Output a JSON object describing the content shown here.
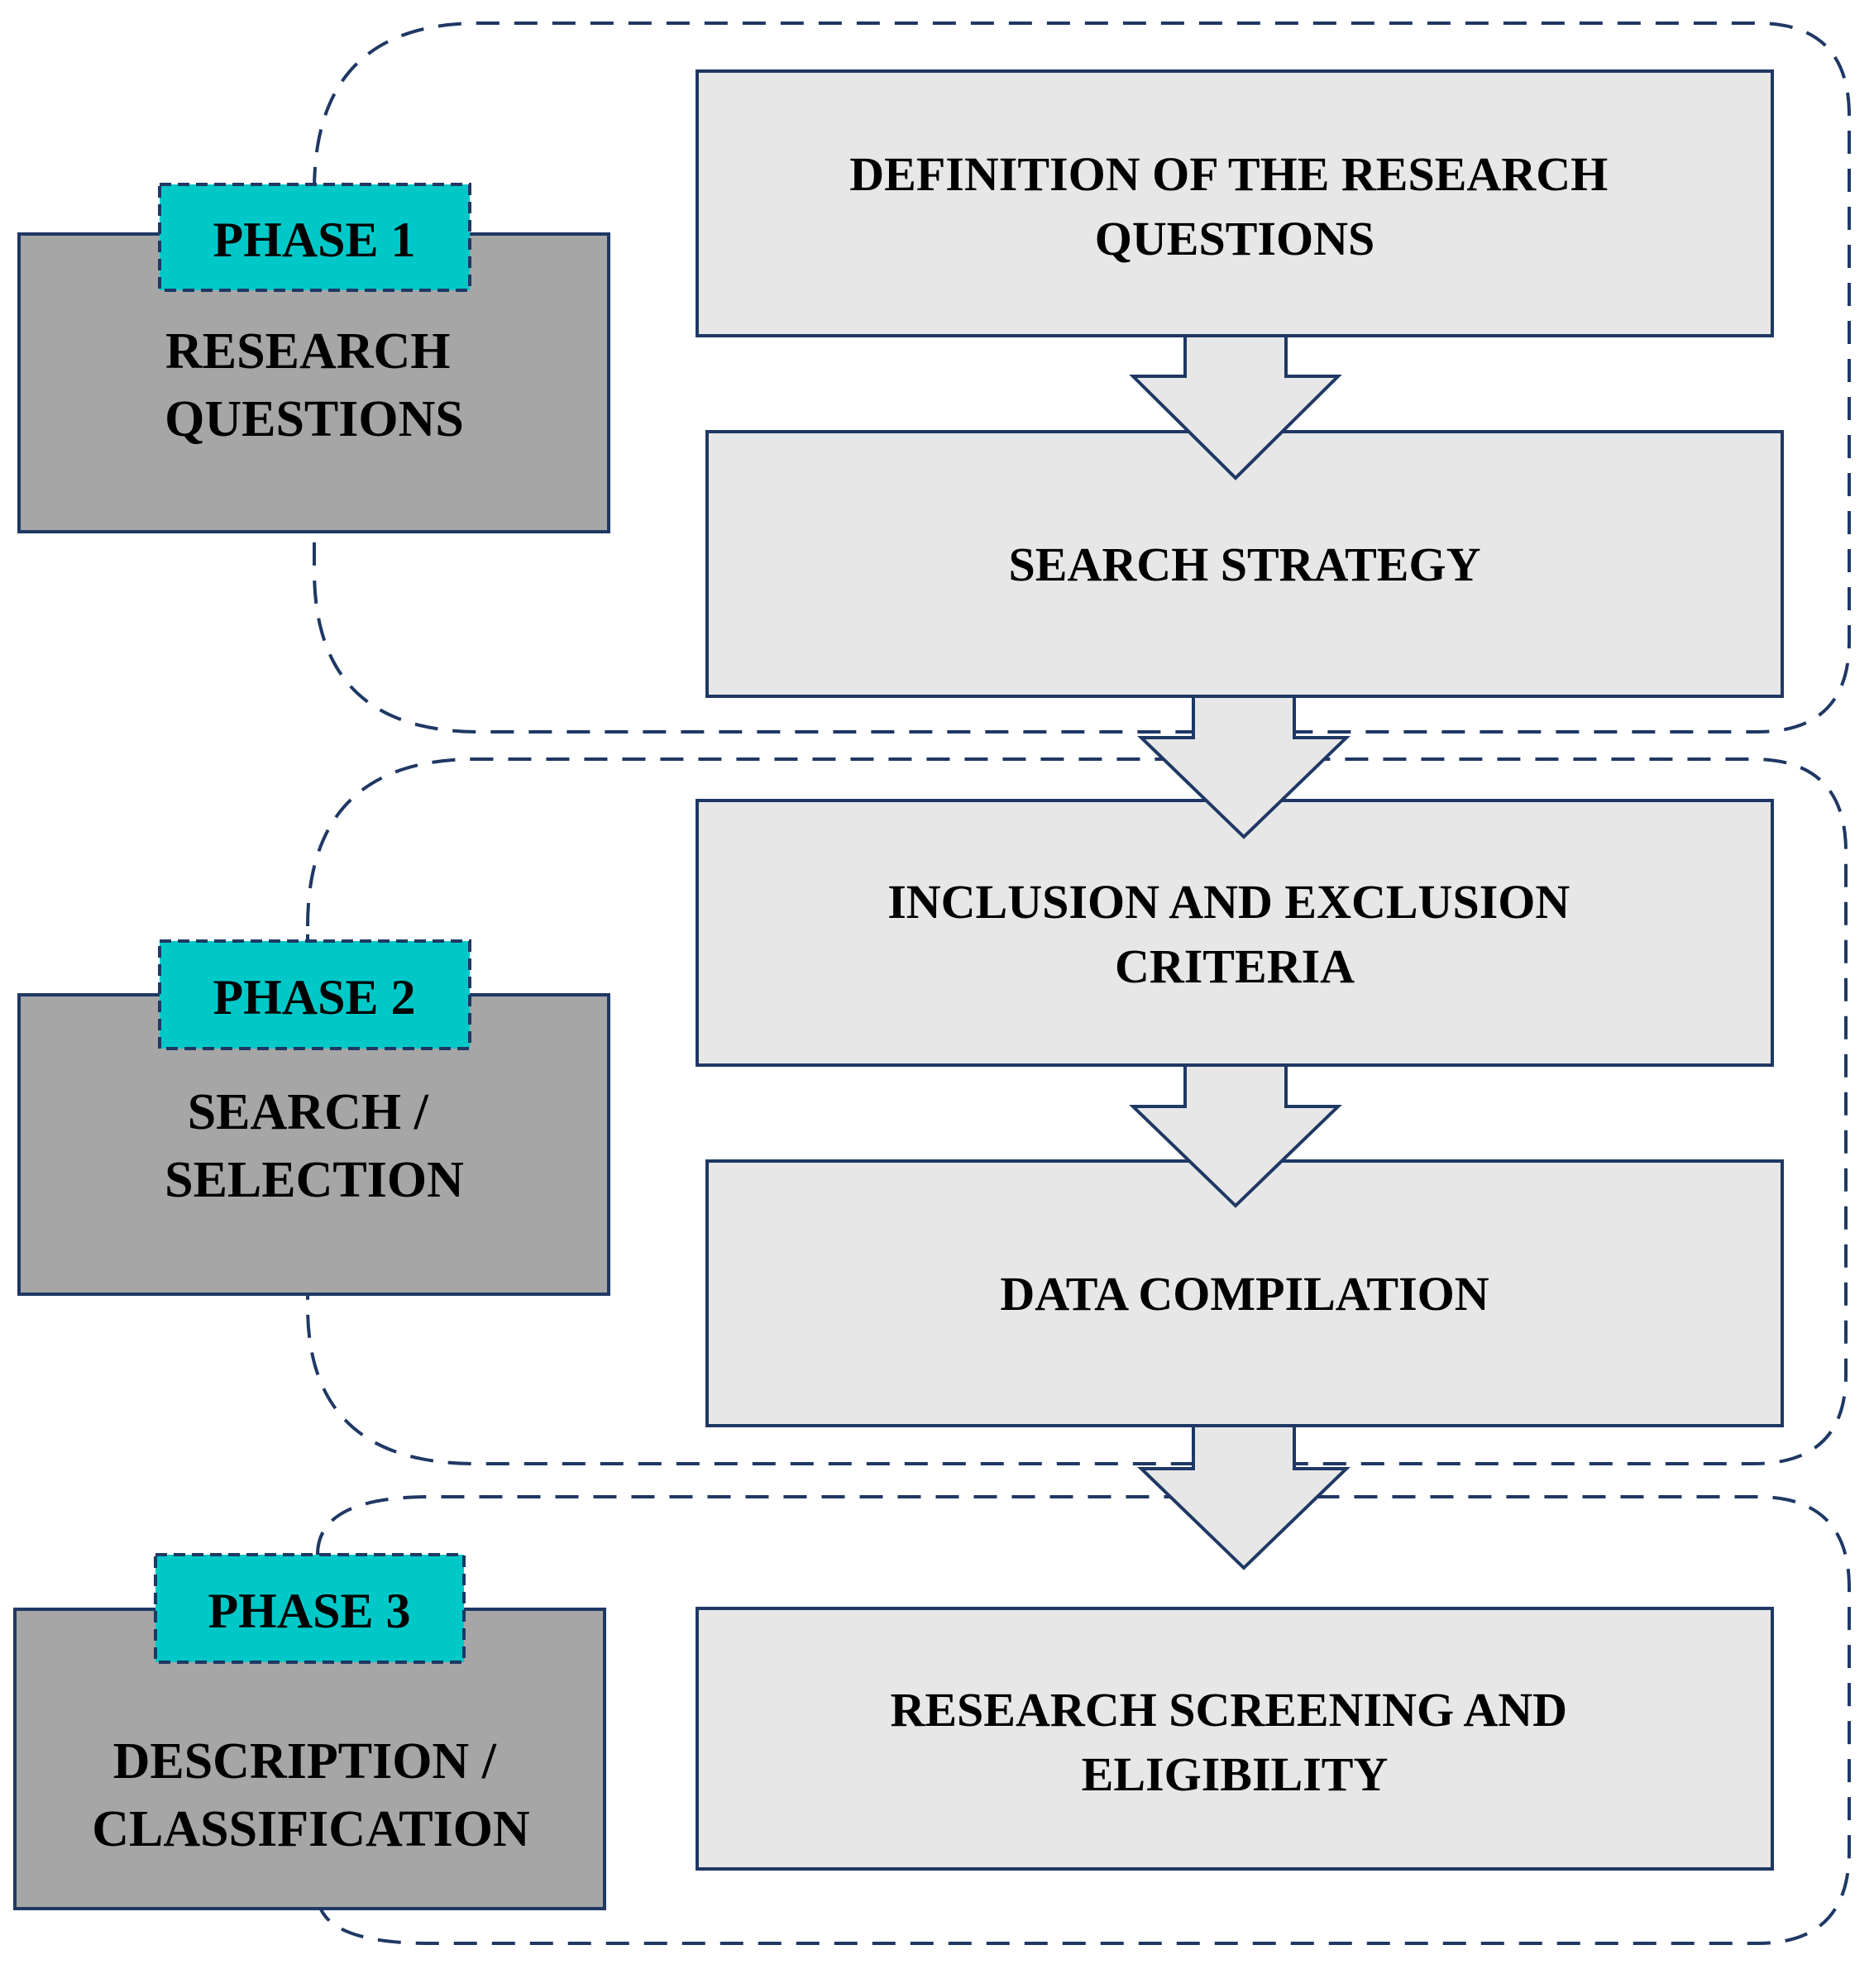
{
  "colors": {
    "outline": "#1f3864",
    "step_fill": "#e7e7e7",
    "phase_fill": "#a6a6a6",
    "tag_fill": "#00c8c8",
    "text": "#000000"
  },
  "phases": [
    {
      "tag": "PHASE 1",
      "label": [
        "RESEARCH",
        "QUESTIONS"
      ]
    },
    {
      "tag": "PHASE 2",
      "label": [
        "SEARCH /",
        "SELECTION"
      ]
    },
    {
      "tag": "PHASE 3",
      "label": [
        "DESCRIPTION /",
        "CLASSIFICATION"
      ]
    }
  ],
  "steps": [
    {
      "label": [
        "DEFINITION OF THE RESEARCH",
        "QUESTIONS"
      ]
    },
    {
      "label": [
        "SEARCH STRATEGY"
      ]
    },
    {
      "label": [
        "INCLUSION AND EXCLUSION",
        "CRITERIA"
      ]
    },
    {
      "label": [
        "DATA COMPILATION"
      ]
    },
    {
      "label": [
        "RESEARCH SCREENING AND",
        "ELIGIBILITY"
      ]
    }
  ]
}
